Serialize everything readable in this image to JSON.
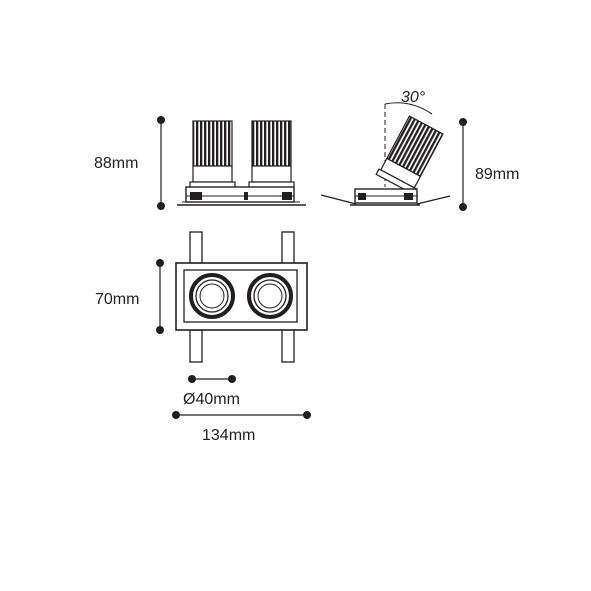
{
  "diagram": {
    "views": {
      "front": {
        "height_label": "88mm"
      },
      "side": {
        "height_label": "89mm",
        "tilt_angle_label": "30°"
      },
      "top": {
        "height_label": "70mm",
        "diameter_label": "Ø40mm",
        "width_label": "134mm"
      }
    },
    "colors": {
      "line": "#231f20",
      "background": "#ffffff"
    }
  }
}
